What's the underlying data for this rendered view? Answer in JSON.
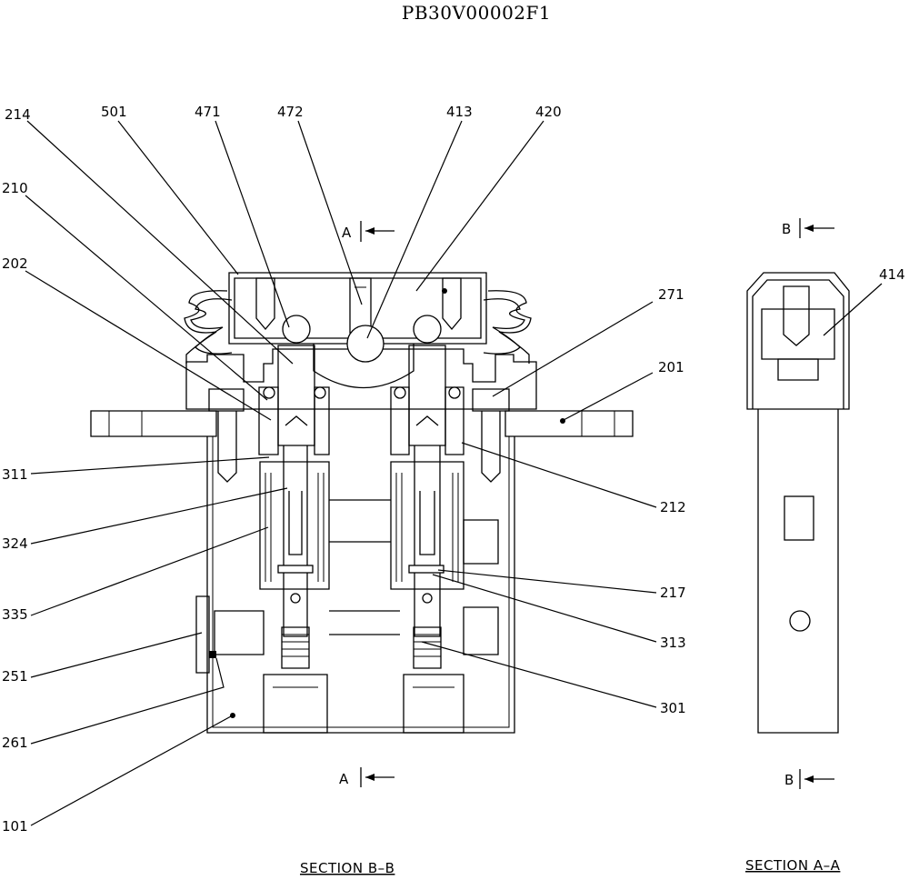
{
  "drawing_number": "PB30V00002F1",
  "section_labels": {
    "bb": "SECTION  B–B",
    "aa": "SECTION  A–A"
  },
  "cut_markers": {
    "a_top": "A",
    "a_bottom": "A",
    "b_top": "B",
    "b_bottom": "B"
  },
  "callouts": {
    "c214": "214",
    "c501": "501",
    "c471": "471",
    "c472": "472",
    "c413": "413",
    "c420": "420",
    "c210": "210",
    "c202": "202",
    "c271": "271",
    "c201": "201",
    "c311": "311",
    "c212": "212",
    "c324": "324",
    "c335": "335",
    "c217": "217",
    "c313": "313",
    "c251": "251",
    "c301": "301",
    "c261": "261",
    "c101": "101",
    "c414": "414"
  }
}
